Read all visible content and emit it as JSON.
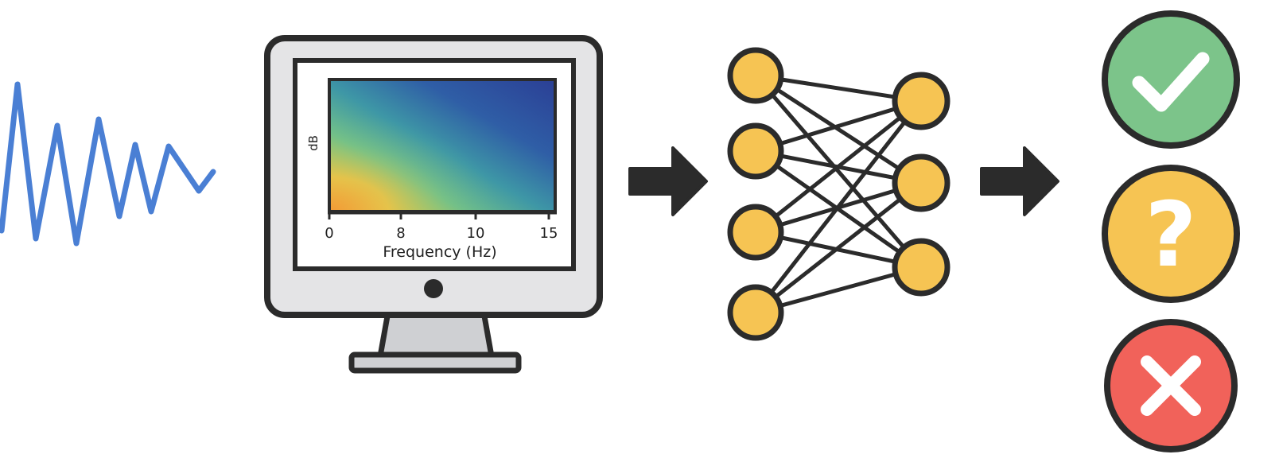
{
  "colors": {
    "waveform": "#4a7fd4",
    "outline": "#2b2b2b",
    "monitor_body": "#e4e4e6",
    "screen_bg": "#ffffff",
    "stand": "#cfd0d3",
    "node_fill": "#f6c453",
    "arrow": "#2b2b2b",
    "accept": "#7cc48a",
    "uncertain": "#f6c453",
    "reject": "#f1625a",
    "icon_mark": "#ffffff",
    "heatmap_stops": [
      "#f0a03a",
      "#c9d24e",
      "#4fb09a",
      "#3b7fb0",
      "#2e4b9c",
      "#2b3f95"
    ]
  },
  "spectrogram": {
    "y_axis_label": "dB",
    "x_axis_label": "Frequency (Hz)",
    "x_ticks": [
      "0",
      "8",
      "10",
      "15"
    ]
  },
  "network": {
    "input_nodes": 4,
    "output_nodes": 3
  },
  "outcomes": [
    {
      "name": "accept",
      "icon": "check-icon"
    },
    {
      "name": "uncertain",
      "icon": "question-icon",
      "glyph": "?"
    },
    {
      "name": "reject",
      "icon": "cross-icon"
    }
  ],
  "icons": [
    "waveform-icon",
    "monitor-icon",
    "arrow-right-icon",
    "neural-network-icon",
    "check-icon",
    "question-icon",
    "cross-icon"
  ]
}
